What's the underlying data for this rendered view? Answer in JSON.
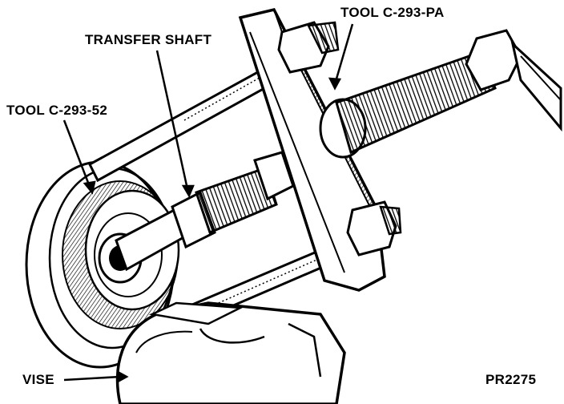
{
  "labels": {
    "tool_c293pa": "TOOL C-293-PA",
    "transfer_shaft": "TRANSFER SHAFT",
    "tool_c29352": "TOOL C-293-52",
    "vise": "VISE",
    "figure_id": "PR2275"
  },
  "colors": {
    "ink": "#000000",
    "paper": "#ffffff"
  }
}
